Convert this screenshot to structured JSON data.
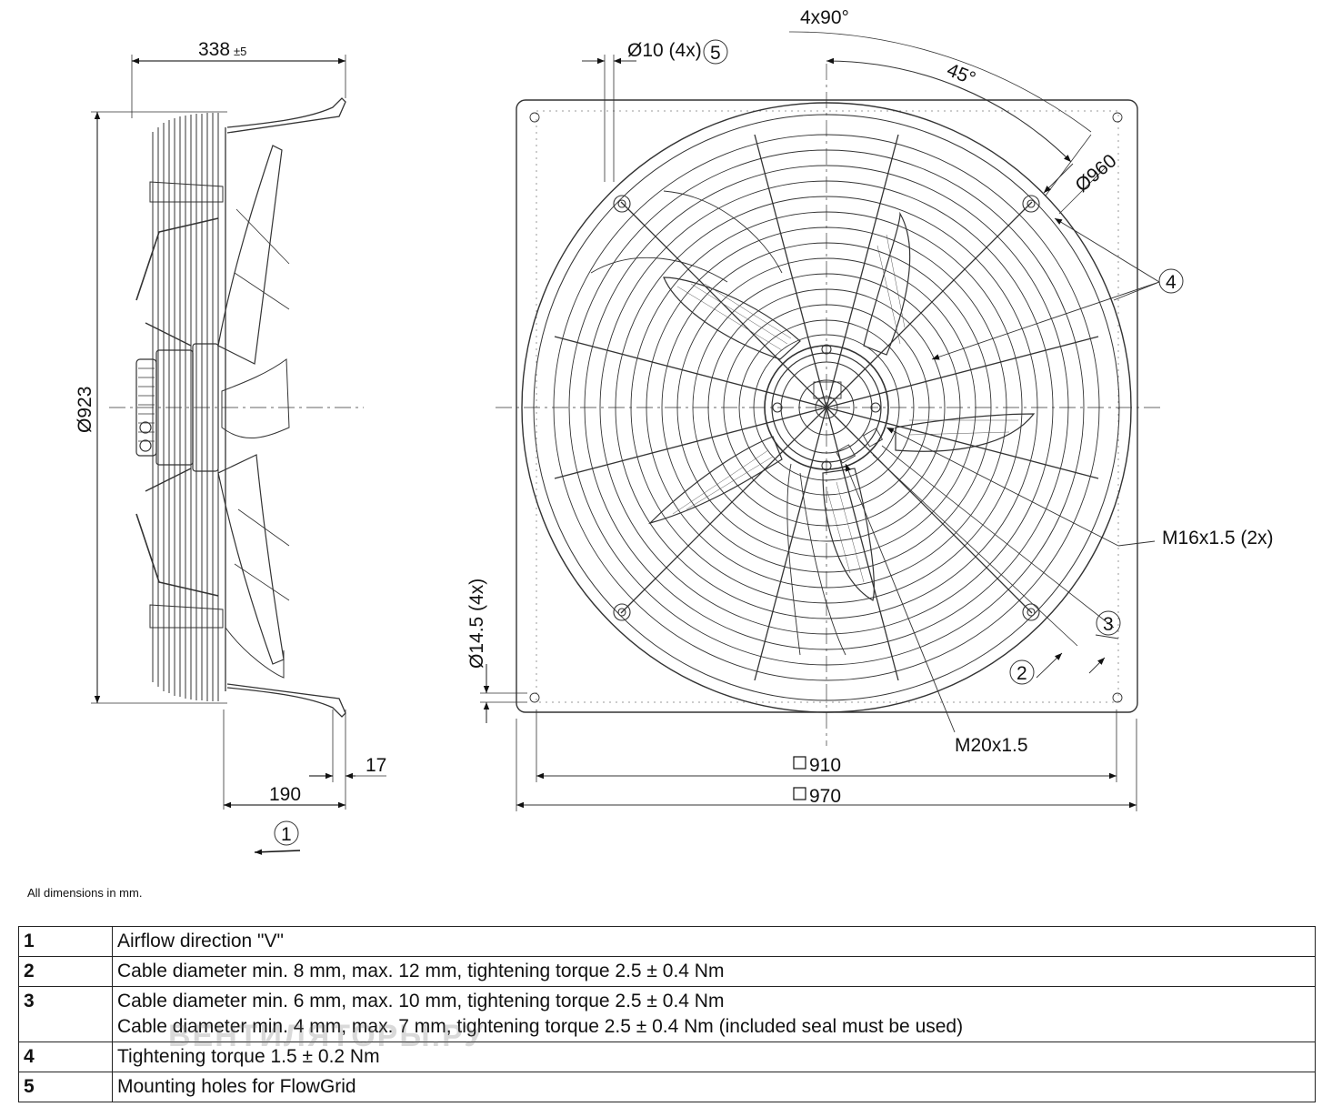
{
  "drawing": {
    "side_view": {
      "overall_depth": "338",
      "overall_depth_tol": "±5",
      "diameter": "Ø923",
      "depth_190": "190",
      "flange_17": "17",
      "airflow_callout": "1"
    },
    "front_view": {
      "angle_pitch": "4x90°",
      "angle_45": "45°",
      "bolt_circle": "Ø960",
      "flowgrid_holes": "Ø10 (4x)",
      "flowgrid_callout": "5",
      "mount_holes": "Ø14.5 (4x)",
      "gland_m16": "M16x1.5 (2x)",
      "gland_m20": "M20x1.5",
      "square_910": "910",
      "square_970": "970",
      "callout_2": "2",
      "callout_3": "3",
      "callout_4": "4"
    }
  },
  "note": "All dimensions in mm.",
  "legend": [
    {
      "num": "1",
      "lines": [
        "Airflow direction \"V\""
      ]
    },
    {
      "num": "2",
      "lines": [
        "Cable diameter min. 8 mm, max. 12 mm, tightening torque 2.5 ± 0.4 Nm"
      ]
    },
    {
      "num": "3",
      "lines": [
        "Cable diameter min. 6 mm, max. 10 mm, tightening torque 2.5 ± 0.4 Nm",
        "Cable diameter min. 4 mm, max. 7 mm, tightening torque 2.5 ± 0.4 Nm (included seal must be used)"
      ]
    },
    {
      "num": "4",
      "lines": [
        "Tightening torque 1.5 ± 0.2 Nm"
      ]
    },
    {
      "num": "5",
      "lines": [
        "Mounting holes for FlowGrid"
      ]
    }
  ],
  "watermark": "ВЕНТИЛЯТОРЫ.РУ"
}
